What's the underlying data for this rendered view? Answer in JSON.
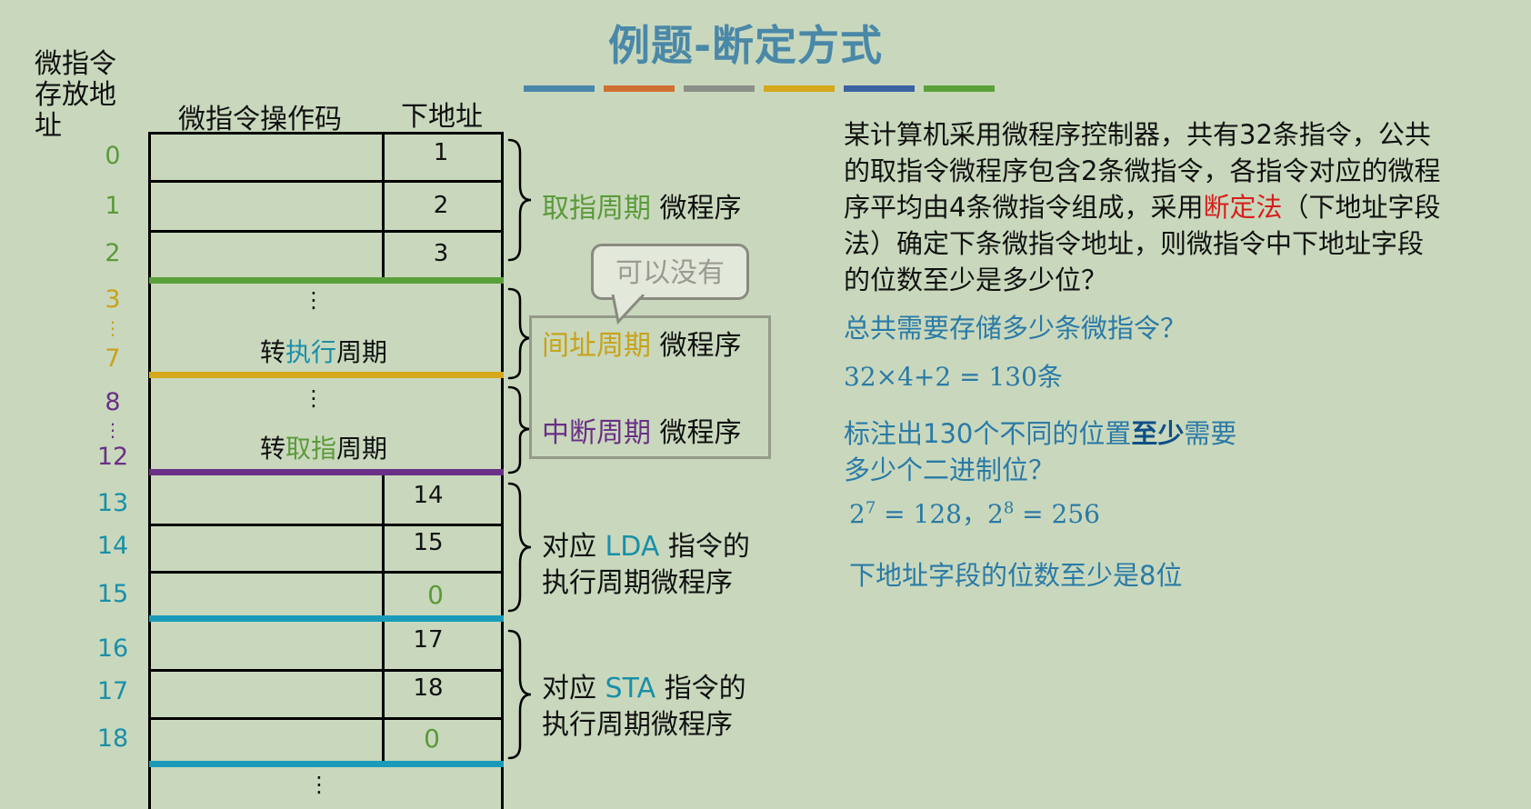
{
  "title": "例题-断定方式",
  "bars": [
    "#4a86a8",
    "#d07030",
    "#8a9088",
    "#d4a81a",
    "#3a62a0",
    "#5aa03a"
  ],
  "headers": {
    "addr_line1": "微指令",
    "addr_line2": "存放地",
    "addr_line3": "址",
    "opcode": "微指令操作码",
    "next": "下地址"
  },
  "addresses": [
    "0",
    "1",
    "2",
    "3",
    "7",
    "8",
    "12",
    "13",
    "14",
    "15",
    "16",
    "17",
    "18"
  ],
  "vdots": "⋮",
  "next_values": [
    "1",
    "2",
    "3",
    "14",
    "15",
    "0",
    "17",
    "18",
    "0"
  ],
  "mid_rows": {
    "dots": "⋮",
    "exec_prefix": "转",
    "exec_colored": "执行",
    "exec_suffix": "周期",
    "fetch_prefix": "转",
    "fetch_colored": "取指",
    "fetch_suffix": "周期"
  },
  "labels": {
    "fetch_colored": "取指周期",
    "fetch_rest": " 微程序",
    "indirect_colored": "间址周期",
    "indirect_rest": " 微程序",
    "interrupt_colored": "中断周期",
    "interrupt_rest": " 微程序",
    "lda_1a": "对应 ",
    "lda_1b": "LDA",
    "lda_1c": " 指令的",
    "lda_2": "执行周期微程序",
    "sta_1a": "对应 ",
    "sta_1b": "STA",
    "sta_1c": " 指令的",
    "sta_2": "执行周期微程序",
    "callout": "可以没有"
  },
  "question": {
    "line1": "某计算机采用微程序控制器，共有32条指令，公共",
    "line2": "的取指令微程序包含2条微指令，各指令对应的微程",
    "line3a": "序平均由4条微指令组成，采用",
    "line3b": "断定法",
    "line3c": "（下地址字段",
    "line4": "法）确定下条微指令地址，则微指令中下地址字段",
    "line5": "的位数至少是多少位？"
  },
  "answer": {
    "q1": "总共需要存储多少条微指令？",
    "calc": "32×4+2 = 130条",
    "q2a": "标注出130个不同的位置",
    "q2b": "至少",
    "q2c": "需要",
    "q2d": "多少个二进制位？",
    "pow_base1": "2",
    "pow_exp1": "7",
    "pow_mid": " = 128，",
    "pow_base2": "2",
    "pow_exp2": "8",
    "pow_end": " = 256",
    "result": "下地址字段的位数至少是8位"
  }
}
